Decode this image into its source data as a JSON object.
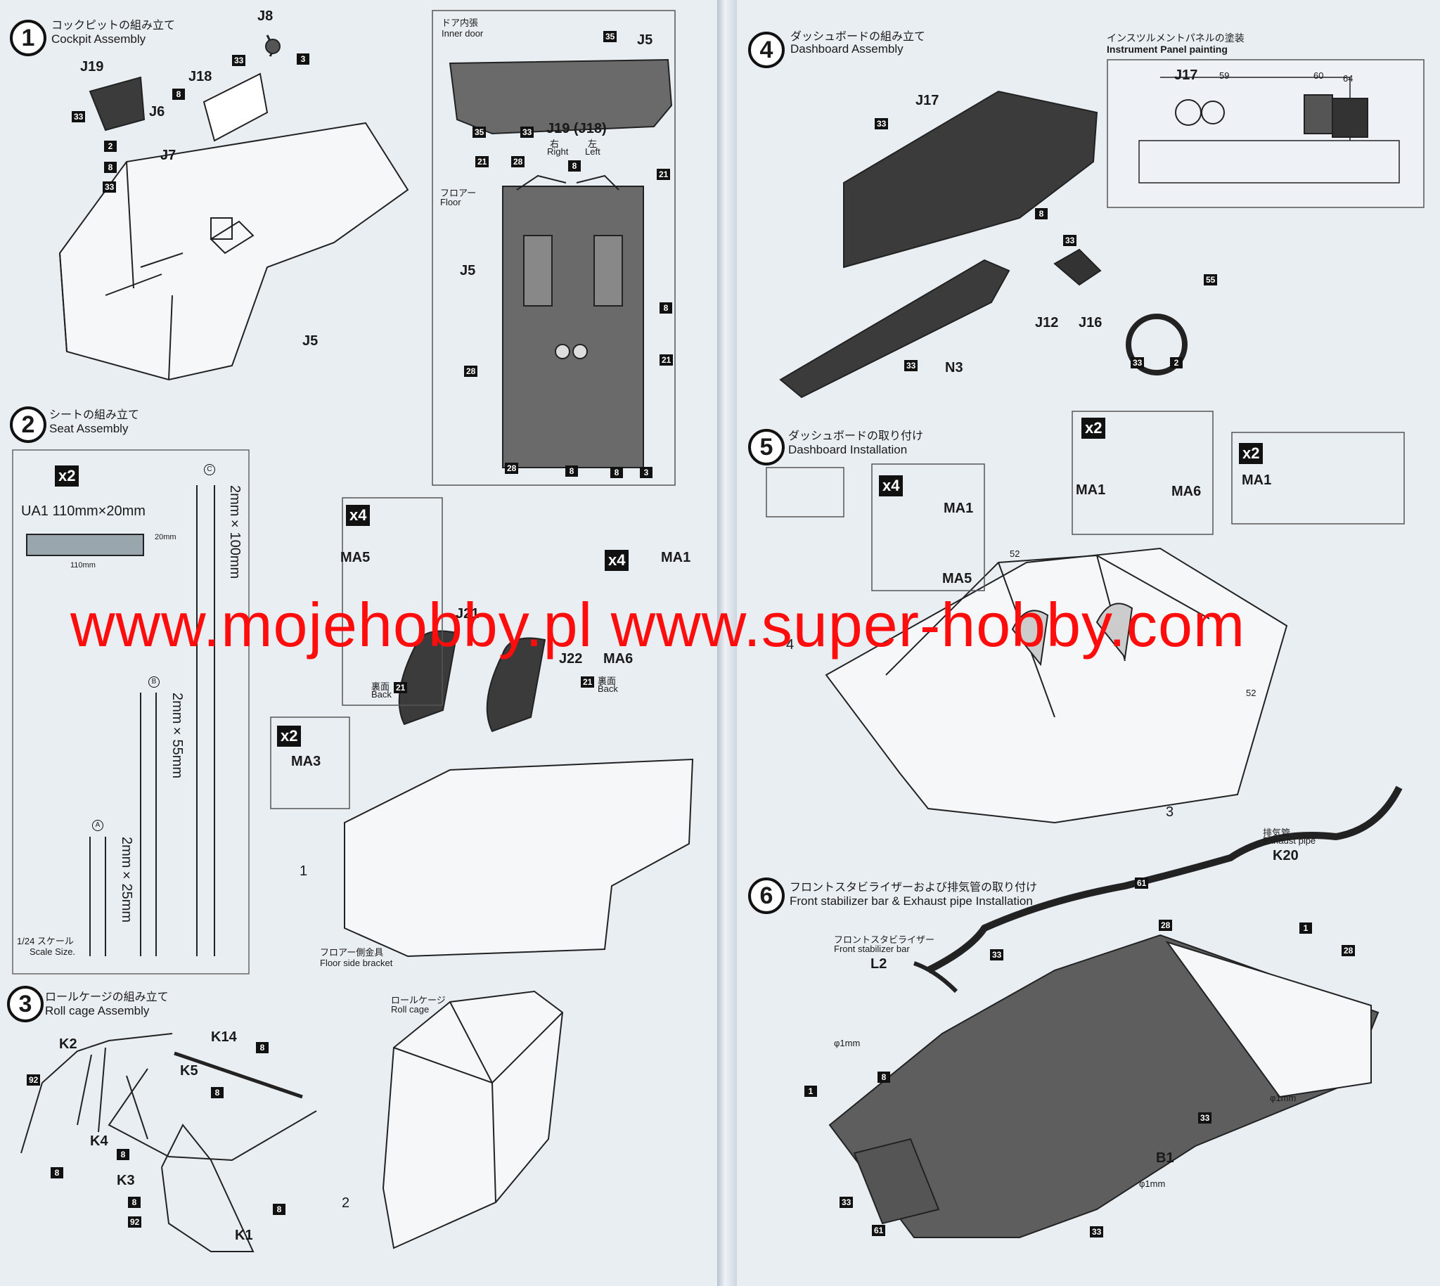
{
  "steps": [
    {
      "n": "1",
      "jp": "コックピットの組み立て",
      "en": "Cockpit Assembly"
    },
    {
      "n": "2",
      "jp": "シートの組み立て",
      "en": "Seat Assembly"
    },
    {
      "n": "3",
      "jp": "ロールケージの組み立て",
      "en": "Roll cage Assembly"
    },
    {
      "n": "4",
      "jp": "ダッシュボードの組み立て",
      "en": "Dashboard Assembly"
    },
    {
      "n": "5",
      "jp": "ダッシュボードの取り付け",
      "en": "Dashboard Installation"
    },
    {
      "n": "6",
      "jp": "フロントスタビライザーおよび排気管の取り付け",
      "en": "Front stabilizer bar & Exhaust pipe Installation"
    }
  ],
  "door": {
    "jp": "ドア内張",
    "en": "Inner door",
    "right_jp": "右",
    "right_en": "Right",
    "left_jp": "左",
    "left_en": "Left",
    "part": "J19 (J18)"
  },
  "floor": {
    "jp": "フロアー",
    "en": "Floor"
  },
  "instrument": {
    "jp": "インスツルメントパネルの塗装",
    "en": "Instrument Panel painting"
  },
  "scale": {
    "ua1": "UA1",
    "size": "110mm×20mm",
    "h": "20mm",
    "w": "110mm",
    "jp": "1/24 スケール",
    "en": "Scale Size.",
    "c_len": "2mm×100mm",
    "b_len": "2mm×55mm",
    "a_len": "2mm×25mm",
    "a": "A",
    "b": "B",
    "c": "C"
  },
  "bracket": {
    "jp": "フロアー側金具",
    "en": "Floor side bracket"
  },
  "back": {
    "jp": "裏面",
    "en": "Back"
  },
  "rollcage": {
    "jp": "ロールケージ",
    "en": "Roll cage"
  },
  "exhaust": {
    "jp": "排気管",
    "en": "Exhaust pipe"
  },
  "stabilizer": {
    "jp": "フロントスタビライザー",
    "en": "Front stabilizer bar"
  },
  "phi": "φ1mm",
  "mult": {
    "x2": "x2",
    "x4": "x4"
  },
  "labels": {
    "J8": "J8",
    "J19": "J19",
    "J18": "J18",
    "J6": "J6",
    "J7": "J7",
    "J5": "J5",
    "J17": "J17",
    "J12": "J12",
    "J16": "J16",
    "N3": "N3",
    "MA5": "MA5",
    "MA1": "MA1",
    "MA6": "MA6",
    "MA3": "MA3",
    "J21": "J21",
    "J22": "J22",
    "K2": "K2",
    "K14": "K14",
    "K5": "K5",
    "K4": "K4",
    "K3": "K3",
    "K1": "K1",
    "K20": "K20",
    "L2": "L2",
    "B1": "B1",
    "c1": "1",
    "c2": "2",
    "c3": "3",
    "c4": "4"
  },
  "nums": {
    "n2": "2",
    "n3": "3",
    "n8": "8",
    "n1": "1",
    "n21": "21",
    "n28": "28",
    "n33": "33",
    "n35": "35",
    "n52": "52",
    "n55": "55",
    "n59": "59",
    "n60": "60",
    "n61": "61",
    "n64": "64",
    "n92": "92"
  },
  "watermark": "www.mojehobby.pl www.super-hobby.com"
}
